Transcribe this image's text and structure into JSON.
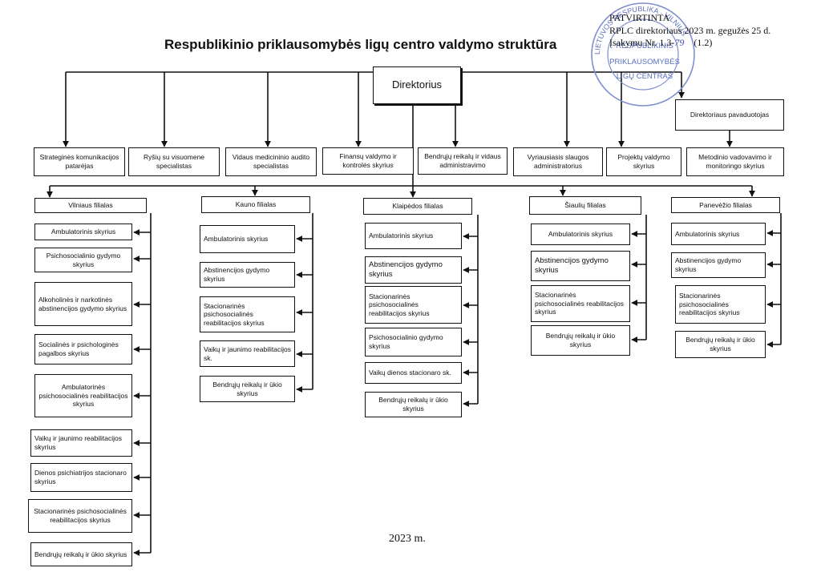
{
  "title": "Respublikinio priklausomybės ligų centro valdymo struktūra",
  "approval": {
    "line1": "PATVIRTINTA",
    "line2": "RPLC direktoriaus 2023 m. gegužės 25 d.",
    "line3_prefix": "Įsakymu Nr. 1.3-",
    "line3_hand": "79",
    "line3_suffix": "(1.2)"
  },
  "stamp": {
    "ring_text": "LIETUVOS RESPUBLIKA · VILNIUS",
    "center_lines": [
      "RESPUBLIKINIS",
      "PRIKLAUSOMYBĖS",
      "LIGŲ CENTRAS"
    ]
  },
  "director": "Direktorius",
  "deputy": "Direktoriaus pavaduotojas",
  "top_units": [
    "Strateginės komunikacijos patarėjas",
    "Ryšių su visuomene specialistas",
    "Vidaus medicininio audito specialistas",
    "Finansų valdymo ir kontrolės skyrius",
    "Bendrųjų reikalų ir vidaus administravimo",
    "Vyriausiasis slaugos administratorius",
    "Projektų valdymo skyrius",
    "Metodinio vadovavimo ir monitoringo skyrius"
  ],
  "branches": [
    {
      "name": "Vilniaus filialas",
      "units": [
        "Ambulatorinis skyrius",
        "Psichosocialinio gydymo skyrius",
        "Alkoholinės ir narkotinės abstinencijos gydymo skyrius",
        "Socialinės ir psichologinės pagalbos skyrius",
        "Ambulatorinės psichosocialinės reabilitacijos skyrius",
        "Vaikų ir jaunimo reabilitacijos skyrius",
        "Dienos psichiatrijos stacionaro skyrius",
        "Stacionarinės psichosocialinės reabilitacijos skyrius",
        "Bendrųjų reikalų ir ūkio skyrius"
      ]
    },
    {
      "name": "Kauno filialas",
      "units": [
        "Ambulatorinis skyrius",
        "Abstinencijos gydymo skyrius",
        "Stacionarinės psichosocialinės reabilitacijos skyrius",
        "Vaikų ir jaunimo reabilitacijos sk.",
        "Bendrųjų reikalų ir ūkio skyrius"
      ]
    },
    {
      "name": "Klaipėdos filialas",
      "units": [
        "Ambulatorinis skyrius",
        "Abstinencijos gydymo skyrius",
        "Stacionarinės psichosocialinės reabilitacijos skyrius",
        "Psichosocialinio gydymo skyrius",
        "Vaikų dienos stacionaro sk.",
        "Bendrųjų reikalų ir ūkio skyrius"
      ]
    },
    {
      "name": "Šiaulių filialas",
      "units": [
        "Ambulatorinis skyrius",
        "Abstinencijos gydymo skyrius",
        "Stacionarinės psichosocialinės reabilitacijos skyrius",
        "Bendrųjų reikalų ir ūkio skyrius"
      ]
    },
    {
      "name": "Panevėžio filialas",
      "units": [
        "Ambulatorinis skyrius",
        "Abstinencijos gydymo skyrius",
        "Stacionarinės psichosocialinės reabilitacijos skyrius",
        "Bendrųjų reikalų ir ūkio skyrius"
      ]
    }
  ],
  "year": "2023 m."
}
